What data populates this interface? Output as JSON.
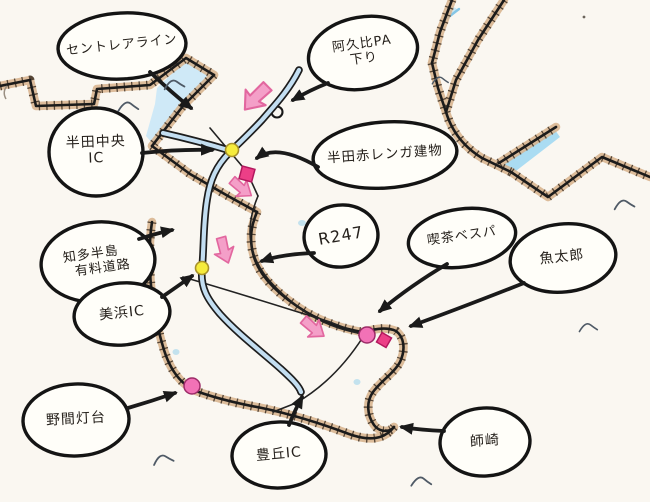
{
  "map": {
    "type": "hand-drawn-route-map",
    "labels": [
      {
        "id": "centrair-line",
        "lines": [
          "セントレアライン"
        ]
      },
      {
        "id": "agui-pa",
        "lines": [
          "阿久比PA",
          "下り"
        ]
      },
      {
        "id": "handa-chuo-ic",
        "lines": [
          "半田中央",
          "IC"
        ]
      },
      {
        "id": "handa-red-brick",
        "lines": [
          "半田赤レンガ建物"
        ]
      },
      {
        "id": "r247",
        "lines": [
          "R247"
        ]
      },
      {
        "id": "kissa-vespa",
        "lines": [
          "喫茶ベスパ"
        ]
      },
      {
        "id": "uotaro",
        "lines": [
          "魚太郎"
        ]
      },
      {
        "id": "chita-toll-road",
        "lines": [
          "知多半島",
          "有料道路"
        ]
      },
      {
        "id": "mihama-ic",
        "lines": [
          "美浜IC"
        ]
      },
      {
        "id": "noma-lighthouse",
        "lines": [
          "野間灯台"
        ]
      },
      {
        "id": "toyooka-ic",
        "lines": [
          "豊丘IC"
        ]
      },
      {
        "id": "morozaki",
        "lines": [
          "師崎"
        ]
      }
    ],
    "symbols": {
      "yellow_dot": "interchange junction on toll road (2 shown)",
      "pink_square": "destination building marker",
      "pink_circle": "destination point marker (2 shown)",
      "pink_diamond": "destination point marker",
      "pink_arrow": "travel-direction highlight (4 shown)",
      "black_arrow": "label pointer (12 shown)"
    },
    "colors": {
      "paper": "#faf7f1",
      "ink": "#1b1b1b",
      "coast_sand": "#d7b28c",
      "water": "#cfe9f7",
      "toll_road": "#c3def1",
      "highlight_pink": "#f49fc8",
      "marker_pink": "#ec3f87",
      "junction_yellow": "#f6ec3c"
    }
  }
}
